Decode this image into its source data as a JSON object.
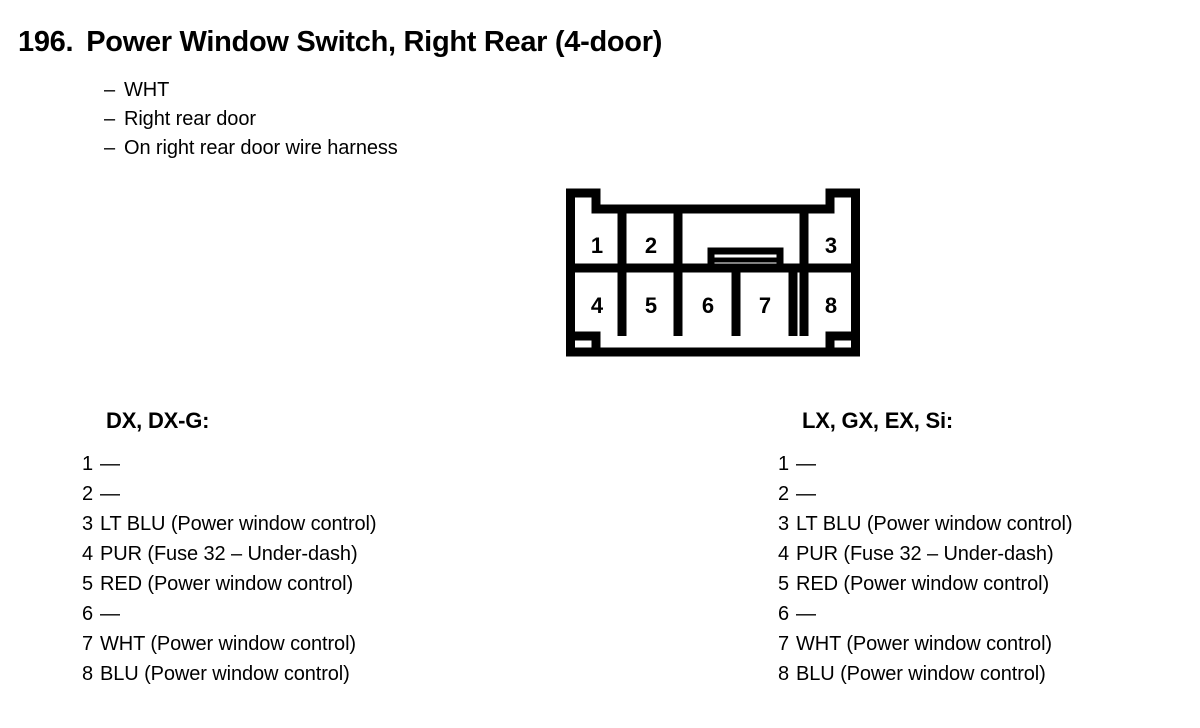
{
  "title": {
    "number": "196.",
    "text": "Power Window Switch, Right Rear (4-door)"
  },
  "bullets": [
    {
      "dash": "–",
      "text": "WHT"
    },
    {
      "dash": "–",
      "text": "Right rear door"
    },
    {
      "dash": "–",
      "text": "On right rear door wire harness"
    }
  ],
  "connector": {
    "top_row": [
      "1",
      "2",
      "3"
    ],
    "bottom_row": [
      "4",
      "5",
      "6",
      "7",
      "8"
    ],
    "stroke_color": "#000000",
    "fill_color": "#ffffff"
  },
  "columns": [
    {
      "header": "DX, DX-G:",
      "pins": [
        {
          "num": "1",
          "desc": "—"
        },
        {
          "num": "2",
          "desc": "—"
        },
        {
          "num": "3",
          "desc": "LT BLU (Power window control)"
        },
        {
          "num": "4",
          "desc": "PUR (Fuse 32 – Under-dash)"
        },
        {
          "num": "5",
          "desc": "RED (Power window control)"
        },
        {
          "num": "6",
          "desc": "—"
        },
        {
          "num": "7",
          "desc": "WHT (Power window control)"
        },
        {
          "num": "8",
          "desc": "BLU (Power window control)"
        }
      ]
    },
    {
      "header": "LX, GX, EX, Si:",
      "pins": [
        {
          "num": "1",
          "desc": "—"
        },
        {
          "num": "2",
          "desc": "—"
        },
        {
          "num": "3",
          "desc": "LT BLU (Power window control)"
        },
        {
          "num": "4",
          "desc": "PUR (Fuse 32 – Under-dash)"
        },
        {
          "num": "5",
          "desc": "RED (Power window control)"
        },
        {
          "num": "6",
          "desc": "—"
        },
        {
          "num": "7",
          "desc": "WHT (Power window control)"
        },
        {
          "num": "8",
          "desc": "BLU (Power window control)"
        }
      ]
    }
  ]
}
